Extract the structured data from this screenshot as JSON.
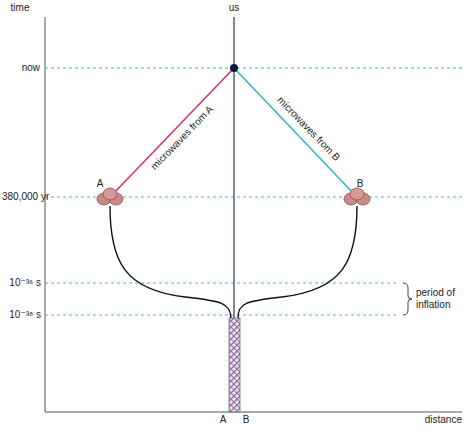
{
  "diagram": {
    "labels": [
      "time",
      "us",
      "now",
      "microwaves from A",
      "microwaves from B",
      "A",
      "B",
      "380,000 yr",
      "10⁻³⁶ s",
      "period of inflation",
      "10⁻³⁸ s",
      "A",
      "B",
      "distance"
    ]
  }
}
